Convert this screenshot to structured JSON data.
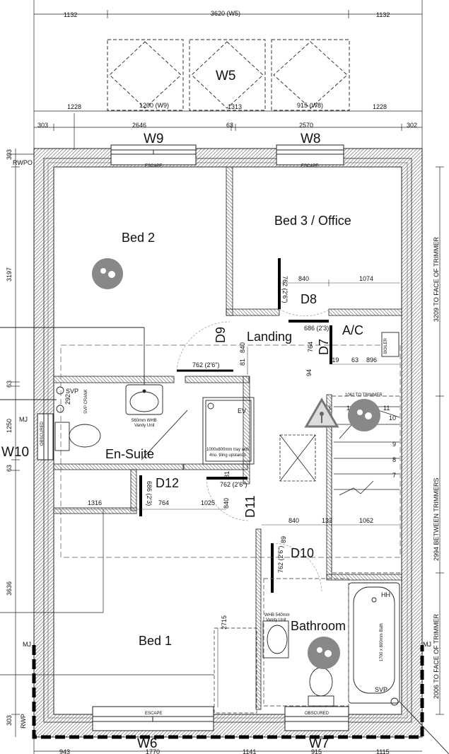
{
  "top_dims": {
    "row1": [
      "1132",
      "3620 (W5)",
      "1132"
    ],
    "row2": [
      "1228",
      "1200 (W9)",
      "1313",
      "915 (W8)",
      "1228"
    ],
    "row3": [
      "303",
      "2646",
      "63",
      "2570",
      "302"
    ],
    "rwpo": "RWPO",
    "left_303": "303"
  },
  "windows": {
    "w5": "W5",
    "w9": "W9",
    "w8": "W8",
    "w6": "W6",
    "w7": "W7",
    "w10": "W10",
    "escape": "ESCAPE",
    "obscured": "OBSCURED"
  },
  "rooms": {
    "bed2": "Bed 2",
    "bed3": "Bed 3 / Office",
    "landing": "Landing",
    "ensuite": "En-Suite",
    "bed1": "Bed 1",
    "bathroom": "Bathroom",
    "ac": "A/C"
  },
  "doors": {
    "d8": "D8",
    "d9": "D9",
    "d7": "D7",
    "d12": "D12",
    "d11": "D11",
    "d10": "D10"
  },
  "dims": {
    "d8_width": "762 (2'6\")",
    "d8_840": "840",
    "d8_1074": "1074",
    "d7_686": "686 (2'3)",
    "d7_764": "764",
    "landing_840": "840",
    "landing_81": "81",
    "d9_762": "762 (2'6\")",
    "d7_119": "119",
    "d7_63": "63",
    "d7_896": "896",
    "d7_94": "94",
    "stairs_1062_top": "1062 TO TRIMMER",
    "d12_686": "686 (2'3)",
    "d12_764": "764",
    "d12_1316": "1316",
    "d12_1025": "1025",
    "d11_762": "762 (2'6\")",
    "d11_81": "81",
    "d11_840": "840",
    "d10_840": "840",
    "d10_133": "133",
    "d10_1062": "1062",
    "d10_89": "89",
    "d10_762": "762 (2'6\")",
    "bed1_2715": "2715",
    "ensuite_292": "292"
  },
  "stairs": [
    "13",
    "12",
    "11",
    "10",
    "9",
    "8",
    "7"
  ],
  "left_dims": [
    "3197",
    "63",
    "1250",
    "63",
    "3636",
    "303"
  ],
  "right_dims": [
    "3209 TO FACE OF TRIMMER",
    "2994 BETWEEN TRIMMERS",
    "2006 TO FACE OF TRIMMER"
  ],
  "bottom_dims": [
    "943",
    "1770",
    "1141",
    "915",
    "1115"
  ],
  "labels": {
    "svp": "SVP",
    "svp_crank": "SVP CRANK",
    "mj": "MJ",
    "rwp": "RWP",
    "boiler": "BOILER",
    "ev": "EV",
    "hh": "HH",
    "whb_ensuite": "560mm WHB",
    "whb_ensuite_2": "Vanity Unit",
    "tray": "1000x800mm tray with",
    "tray_2": "4no. tiling upstands",
    "whb_bath": "WHB 540mm",
    "whb_bath_2": "Vanity Unit",
    "bath": "1700 x 800mm Bath"
  }
}
